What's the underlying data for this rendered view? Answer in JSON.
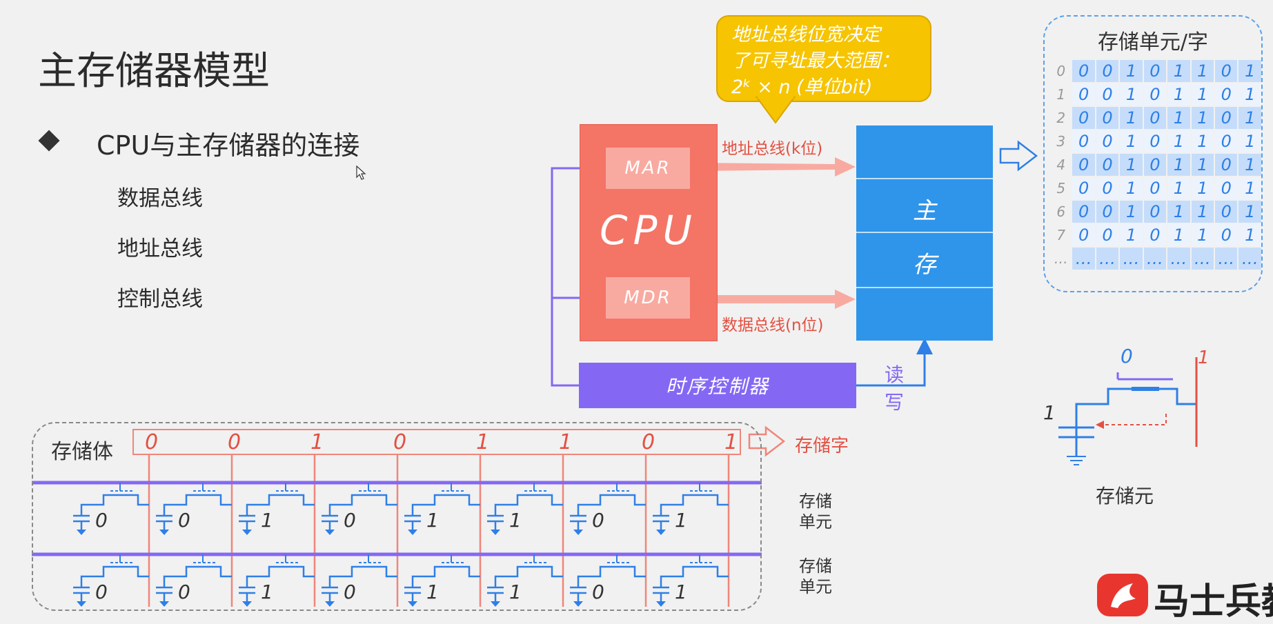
{
  "slide": {
    "title": "主存储器模型",
    "bullet": "CPU与主存储器的连接",
    "subitems": [
      "数据总线",
      "地址总线",
      "控制总线"
    ]
  },
  "diagram": {
    "cpu": {
      "label": "CPU",
      "mar": "MAR",
      "mdr": "MDR"
    },
    "address_bus": "地址总线(k位)",
    "data_bus": "数据总线(n位)",
    "memory": {
      "chars": [
        "主",
        "存"
      ]
    },
    "timing_controller": "时序控制器",
    "read": "读",
    "write": "写",
    "callout": {
      "line1": "地址总线位宽决定",
      "line2": "了可寻址最大范围：",
      "line3": "2ᵏ × n (单位bit)"
    }
  },
  "storage_unit_table": {
    "title": "存储单元/字",
    "rows": [
      {
        "index": "0",
        "bits": [
          "0",
          "0",
          "1",
          "0",
          "1",
          "1",
          "0",
          "1"
        ]
      },
      {
        "index": "1",
        "bits": [
          "0",
          "0",
          "1",
          "0",
          "1",
          "1",
          "0",
          "1"
        ]
      },
      {
        "index": "2",
        "bits": [
          "0",
          "0",
          "1",
          "0",
          "1",
          "1",
          "0",
          "1"
        ]
      },
      {
        "index": "3",
        "bits": [
          "0",
          "0",
          "1",
          "0",
          "1",
          "1",
          "0",
          "1"
        ]
      },
      {
        "index": "4",
        "bits": [
          "0",
          "0",
          "1",
          "0",
          "1",
          "1",
          "0",
          "1"
        ]
      },
      {
        "index": "5",
        "bits": [
          "0",
          "0",
          "1",
          "0",
          "1",
          "1",
          "0",
          "1"
        ]
      },
      {
        "index": "6",
        "bits": [
          "0",
          "0",
          "1",
          "0",
          "1",
          "1",
          "0",
          "1"
        ]
      },
      {
        "index": "7",
        "bits": [
          "0",
          "0",
          "1",
          "0",
          "1",
          "1",
          "0",
          "1"
        ]
      },
      {
        "index": "…",
        "bits": [
          "…",
          "…",
          "…",
          "…",
          "…",
          "…",
          "…",
          "…"
        ]
      }
    ]
  },
  "storage_element": {
    "caption": "存储元",
    "bit_zero": "0",
    "bit_one_red": "1",
    "bit_one_black": "1"
  },
  "storage_body": {
    "label": "存储体",
    "word_bits": [
      "0",
      "0",
      "1",
      "0",
      "1",
      "1",
      "0",
      "1"
    ],
    "word_label": "存储字",
    "unit_label_line1": "存储",
    "unit_label_line2": "单元",
    "cell_values": [
      "0",
      "0",
      "1",
      "0",
      "1",
      "1",
      "0",
      "1"
    ]
  },
  "logo": {
    "text": "马士兵教"
  },
  "colors": {
    "cpu": "#f47466",
    "memory": "#2e95ea",
    "timing": "#8468f4",
    "callout": "#f6c400",
    "bus": "#f8aaa1"
  }
}
